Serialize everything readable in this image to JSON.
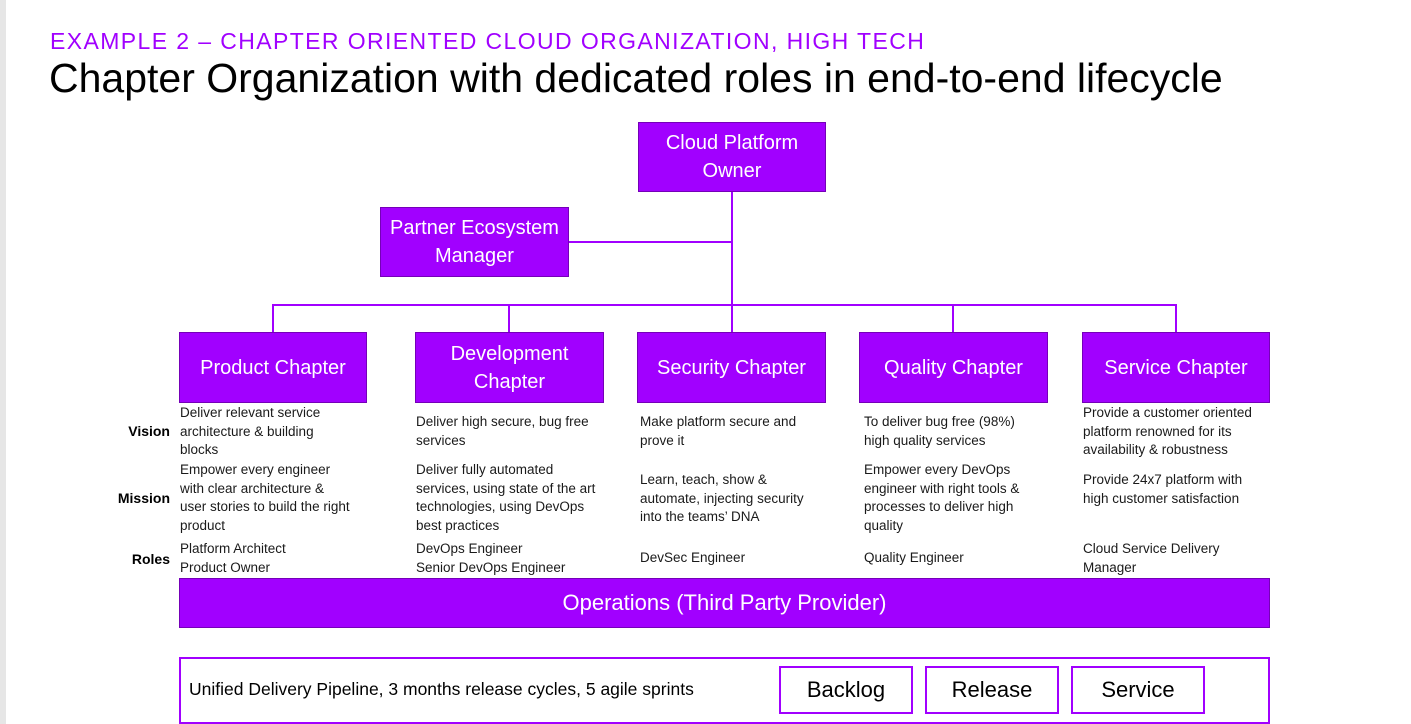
{
  "header": {
    "subtitle": "EXAMPLE 2 – CHAPTER ORIENTED CLOUD ORGANIZATION, HIGH TECH",
    "title": "Chapter Organization with dedicated roles in end-to-end lifecycle"
  },
  "org": {
    "owner": {
      "line1": "Cloud Platform",
      "line2": "Owner"
    },
    "partner": {
      "line1": "Partner Ecosystem",
      "line2": "Manager"
    }
  },
  "row_labels": {
    "vision": "Vision",
    "mission": "Mission",
    "roles": "Roles"
  },
  "chapters": [
    {
      "name_line1": "Product Chapter",
      "name_line2": "",
      "vision": [
        "Deliver relevant service",
        "architecture & building",
        "blocks"
      ],
      "mission": [
        "Empower every engineer",
        "with clear architecture &",
        "user stories to build the right",
        "product"
      ],
      "roles": [
        "Platform Architect",
        "Product Owner"
      ]
    },
    {
      "name_line1": "Development",
      "name_line2": "Chapter",
      "vision": [
        "Deliver high secure, bug free",
        "services"
      ],
      "mission": [
        "Deliver fully automated",
        "services, using state of the art",
        "technologies, using DevOps",
        "best practices"
      ],
      "roles": [
        "DevOps Engineer",
        "Senior DevOps Engineer"
      ]
    },
    {
      "name_line1": "Security Chapter",
      "name_line2": "",
      "vision": [
        "Make platform secure and",
        "prove it"
      ],
      "mission": [
        "Learn, teach, show &",
        "automate, injecting security",
        "into the teams’ DNA"
      ],
      "roles": [
        "DevSec Engineer"
      ]
    },
    {
      "name_line1": "Quality Chapter",
      "name_line2": "",
      "vision": [
        "To deliver bug free (98%)",
        "high quality services"
      ],
      "mission": [
        "Empower every DevOps",
        "engineer with right tools &",
        "processes to deliver high",
        "quality"
      ],
      "roles": [
        "Quality Engineer"
      ]
    },
    {
      "name_line1": "Service Chapter",
      "name_line2": "",
      "vision": [
        "Provide a customer oriented",
        "platform renowned for its",
        "availability & robustness"
      ],
      "mission": [
        "Provide 24x7 platform with",
        "high customer satisfaction"
      ],
      "roles": [
        "Cloud Service Delivery",
        "Manager"
      ]
    }
  ],
  "operations": "Operations (Third Party Provider)",
  "pipeline": {
    "text": "Unified Delivery Pipeline, 3 months release cycles, 5 agile sprints",
    "stages": [
      "Backlog",
      "Release",
      "Service"
    ]
  },
  "colors": {
    "accent": "#a100ff"
  }
}
